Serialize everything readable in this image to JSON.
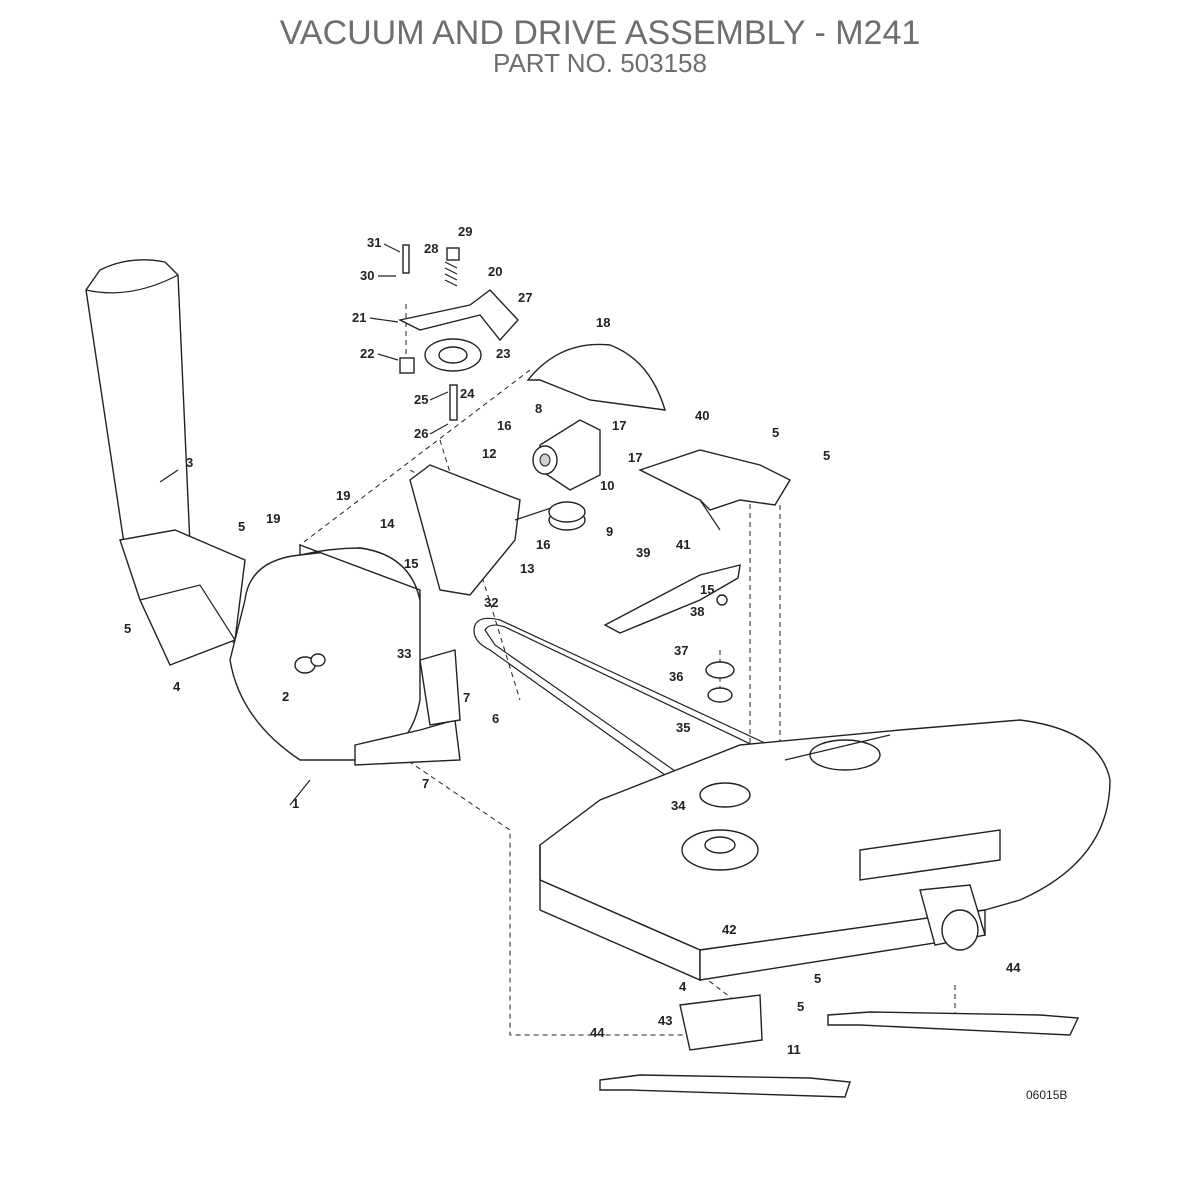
{
  "title": "VACUUM AND DRIVE ASSEMBLY - M241",
  "subtitle": "PART NO. 503158",
  "drawing_code": "06015B",
  "callouts": [
    "1",
    "2",
    "3",
    "4",
    "5",
    "6",
    "7",
    "8",
    "9",
    "10",
    "11",
    "12",
    "13",
    "14",
    "15",
    "16",
    "17",
    "18",
    "19",
    "20",
    "21",
    "22",
    "23",
    "24",
    "25",
    "26",
    "27",
    "28",
    "29",
    "30",
    "31",
    "32",
    "33",
    "34",
    "35",
    "36",
    "37",
    "38",
    "39",
    "40",
    "41",
    "42",
    "43",
    "44"
  ]
}
